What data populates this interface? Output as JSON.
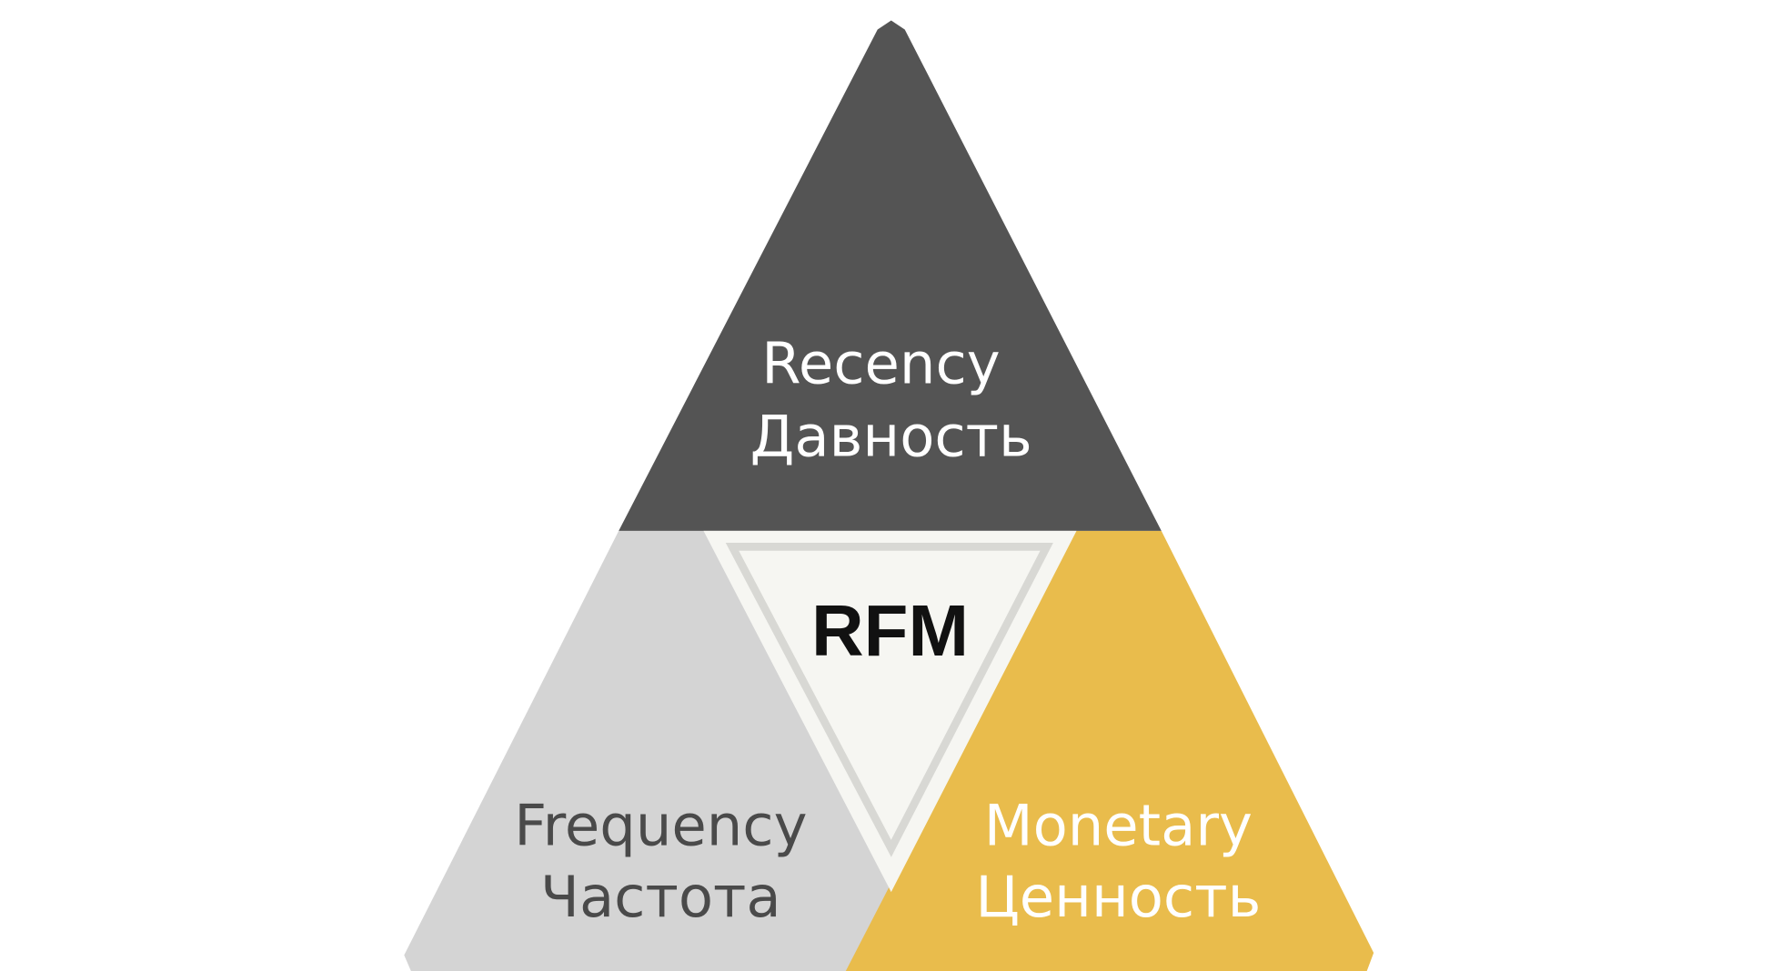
{
  "diagram": {
    "center_label": "RFM",
    "segments": [
      {
        "id": "recency",
        "title": "Recency",
        "subtitle": "Давность",
        "color": "#545454",
        "text_color": "#ffffff"
      },
      {
        "id": "frequency",
        "title": "Frequency",
        "subtitle": "Частота",
        "color": "#d4d4d4",
        "text_color": "#4a4a4a"
      },
      {
        "id": "monetary",
        "title": "Monetary",
        "subtitle": "Ценность",
        "color": "#e9bc4c",
        "text_color": "#ffffff"
      }
    ]
  }
}
